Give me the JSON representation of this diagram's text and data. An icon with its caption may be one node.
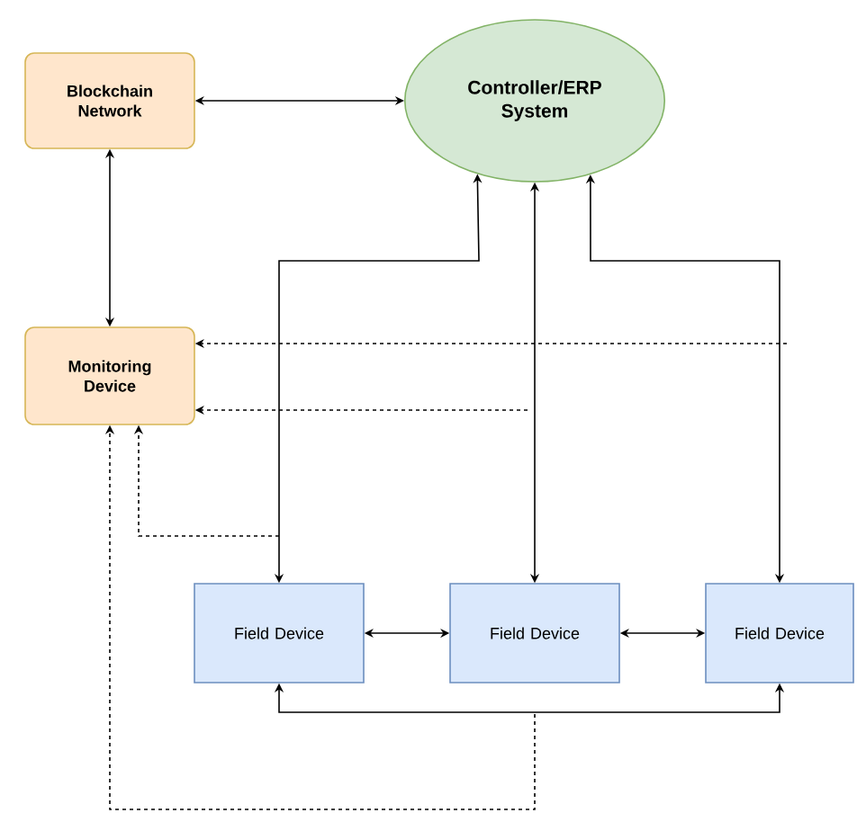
{
  "diagram": {
    "nodes": [
      {
        "text": [
          "Blockchain Network"
        ]
      },
      {
        "text": [
          "Controller/ERP System"
        ]
      },
      {
        "text": [
          "Monitoring Device"
        ]
      },
      {
        "text": [
          "Field Device"
        ]
      },
      {
        "text": [
          "Field Device"
        ]
      },
      {
        "text": [
          "Field Device"
        ]
      }
    ],
    "edges": [
      {
        "from": 0,
        "to": 1,
        "arrow": "both"
      },
      {
        "from": 0,
        "to": 2,
        "arrow": "both"
      },
      {
        "from": 3,
        "to": 1,
        "arrow": "both"
      },
      {
        "from": 4,
        "to": 1,
        "arrow": "both"
      },
      {
        "from": 5,
        "to": 1,
        "arrow": "both"
      },
      {
        "from": 3,
        "to": 4,
        "arrow": "both"
      },
      {
        "from": 4,
        "to": 5,
        "arrow": "both"
      },
      {
        "from": 3,
        "to": 5,
        "arrow": "both"
      },
      {
        "from": null,
        "to": 2,
        "arrow": "to",
        "style": "dashed"
      },
      {
        "from": null,
        "to": 2,
        "arrow": "to",
        "style": "dashed"
      },
      {
        "from": null,
        "to": 2,
        "arrow": "to",
        "style": "dashed"
      },
      {
        "from": null,
        "to": 2,
        "arrow": "to",
        "style": "dashed"
      }
    ]
  }
}
